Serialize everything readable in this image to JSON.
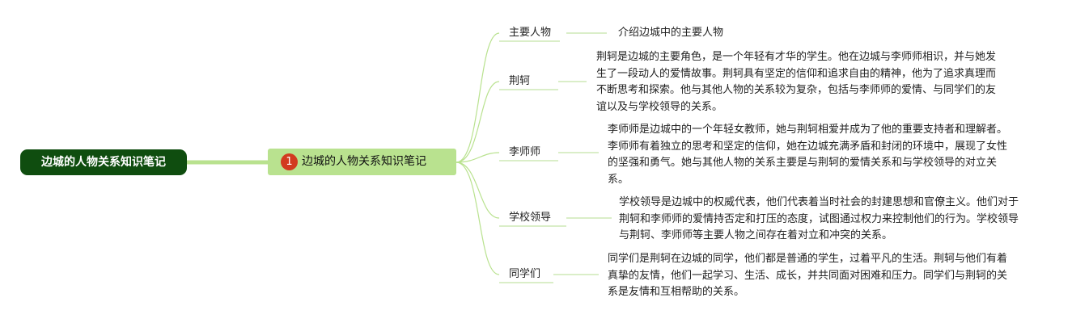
{
  "root": {
    "label": "边城的人物关系知识笔记"
  },
  "main": {
    "number": "1",
    "label": "边城的人物关系知识笔记"
  },
  "topics": [
    {
      "label": "主要人物",
      "desc": "介绍边城中的主要人物"
    },
    {
      "label": "荆轲",
      "desc": "荆轲是边城的主要角色，是一个年轻有才华的学生。他在边城与李师师相识，并与她发生了一段动人的爱情故事。荆轲具有坚定的信仰和追求自由的精神，他为了追求真理而不断思考和探索。他与其他人物的关系较为复杂，包括与李师师的爱情、与同学们的友谊以及与学校领导的关系。"
    },
    {
      "label": "李师师",
      "desc": "李师师是边城中的一个年轻女教师，她与荆轲相爱并成为了他的重要支持者和理解者。李师师有着独立的思考和坚定的信仰，她在边城充满矛盾和封闭的环境中，展现了女性的坚强和勇气。她与其他人物的关系主要是与荆轲的爱情关系和与学校领导的对立关系。"
    },
    {
      "label": "学校领导",
      "desc": "学校领导是边城中的权威代表，他们代表着当时社会的封建思想和官僚主义。他们对于荆轲和李师师的爱情持否定和打压的态度，试图通过权力来控制他们的行为。学校领导与荆轲、李师师等主要人物之间存在着对立和冲突的关系。"
    },
    {
      "label": "同学们",
      "desc": "同学们是荆轲在边城的同学，他们都是普通的学生，过着平凡的生活。荆轲与他们有着真挚的友情，他们一起学习、生活、成长，并共同面对困难和压力。同学们与荆轲的关系是友情和互相帮助的关系。"
    }
  ]
}
